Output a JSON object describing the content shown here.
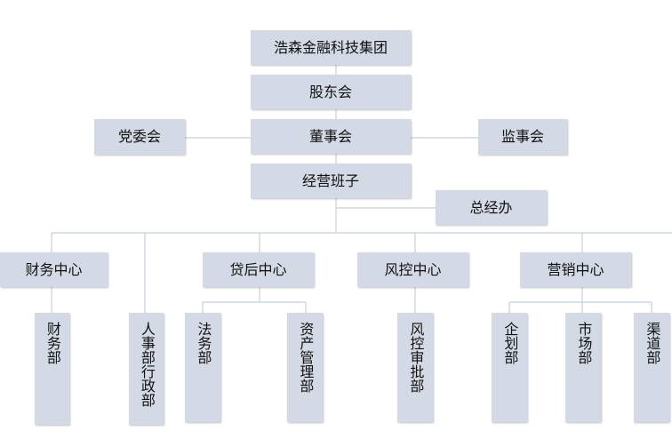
{
  "org_chart": {
    "top": "浩森金融科技集团",
    "shareholders": "股东会",
    "board": "董事会",
    "party_committee": "党委会",
    "supervisory_board": "监事会",
    "management": "经营班子",
    "general_office": "总经办",
    "centers": {
      "finance": "财务中心",
      "post_loan": "贷后中心",
      "risk": "风控中心",
      "marketing": "营销中心"
    },
    "departments": {
      "finance_dept": "财务部",
      "hr_admin_dept": "人事部行政部",
      "legal_dept": "法务部",
      "asset_mgmt_dept": "资产管理部",
      "risk_review_dept": "风控审批部",
      "planning_dept": "企划部",
      "market_dept": "市场部",
      "channel_dept": "渠道部"
    }
  },
  "colors": {
    "box_fill": "#d3dae6",
    "line": "#c7cfdb"
  }
}
